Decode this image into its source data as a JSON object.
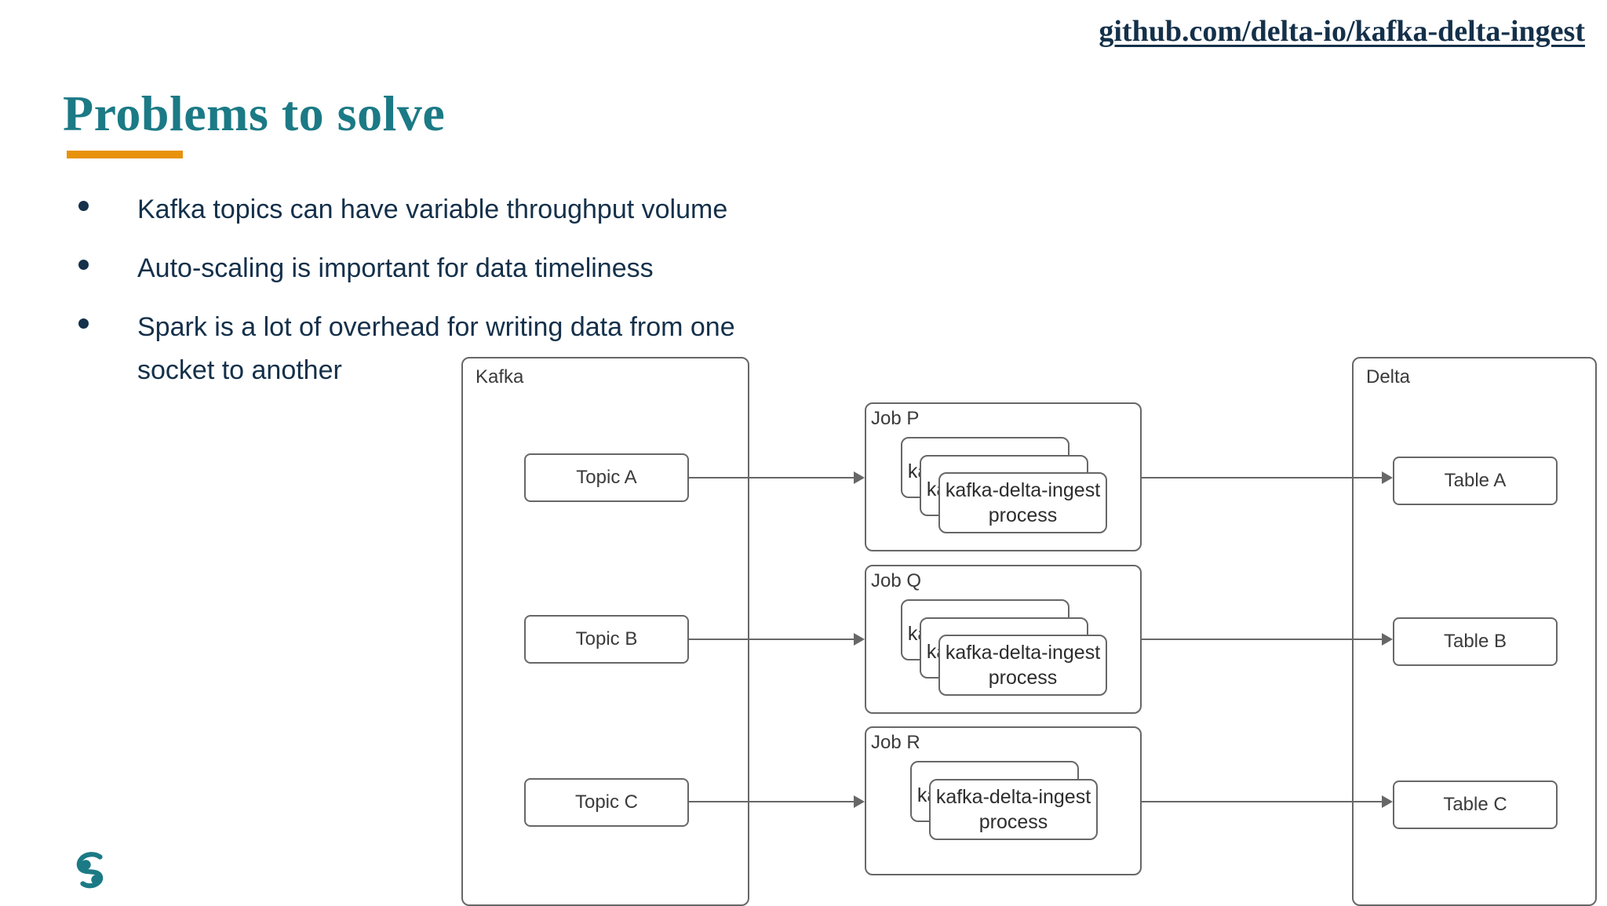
{
  "slide": {
    "title": "Problems to solve",
    "repo_link": "github.com/delta-io/kafka-delta-ingest",
    "accent_color": "#e8920c",
    "title_color": "#1b7a85",
    "link_color": "#14304a",
    "logo_name": "scribd-logo"
  },
  "bullets": [
    {
      "text": "Kafka topics can have variable throughput volume"
    },
    {
      "text": "Auto-scaling is important for data timeliness"
    },
    {
      "text": "Spark is a lot of overhead for writing data from one socket to another"
    }
  ],
  "diagram": {
    "type": "flow",
    "stroke_color": "#676767",
    "text_color": "#3b3b3b",
    "containers": [
      {
        "id": "kafka",
        "label": "Kafka"
      },
      {
        "id": "delta",
        "label": "Delta"
      }
    ],
    "topics": [
      {
        "label": "Topic A"
      },
      {
        "label": "Topic B"
      },
      {
        "label": "Topic C"
      }
    ],
    "jobs": [
      {
        "label": "Job P",
        "process_label": "kafka-delta-ingest\nprocess",
        "process_count": 3
      },
      {
        "label": "Job Q",
        "process_label": "kafka-delta-ingest\nprocess",
        "process_count": 3
      },
      {
        "label": "Job R",
        "process_label": "kafka-delta-ingest\nprocess",
        "process_count": 2
      }
    ],
    "tables": [
      {
        "label": "Table A"
      },
      {
        "label": "Table B"
      },
      {
        "label": "Table C"
      }
    ],
    "edges": [
      {
        "from": "Topic A",
        "to": "Job P"
      },
      {
        "from": "Job P",
        "to": "Table A"
      },
      {
        "from": "Topic B",
        "to": "Job Q"
      },
      {
        "from": "Job Q",
        "to": "Table B"
      },
      {
        "from": "Topic C",
        "to": "Job R"
      },
      {
        "from": "Job R",
        "to": "Table C"
      }
    ]
  }
}
